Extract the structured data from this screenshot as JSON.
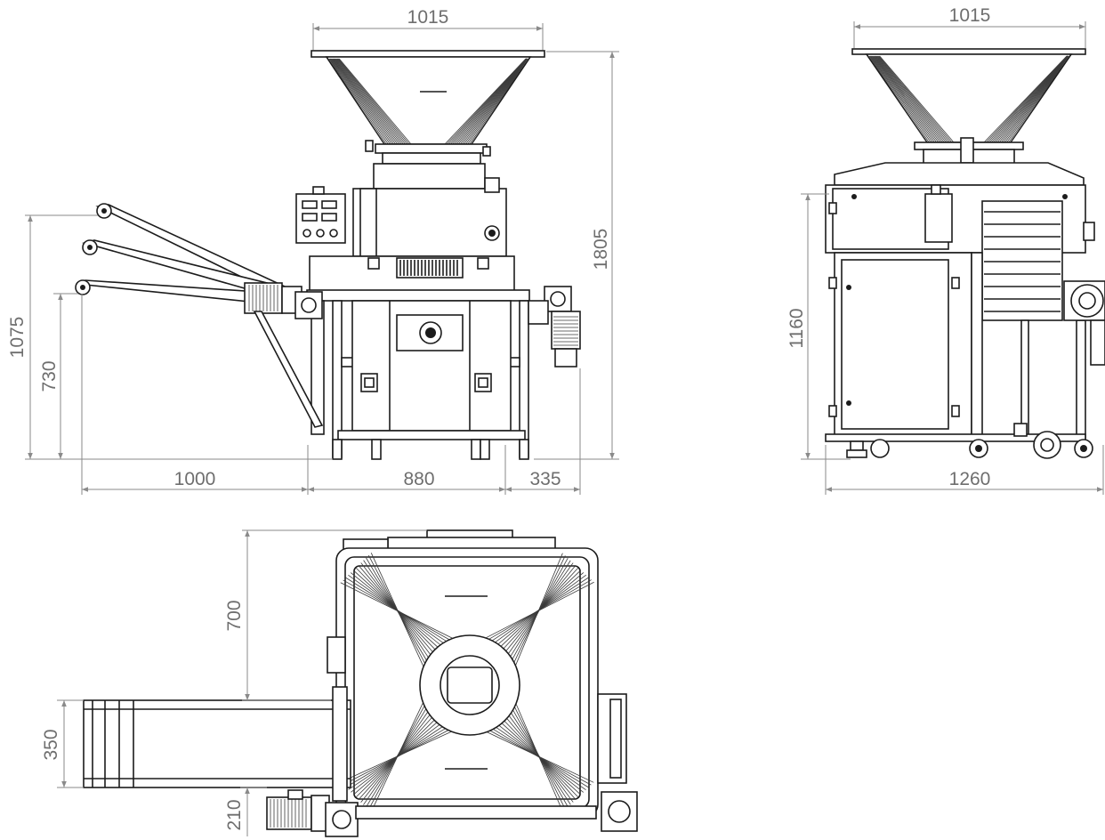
{
  "dimensions": {
    "front_hopper_width": "1015",
    "side_hopper_width": "1015",
    "front_total_height": "1805",
    "front_height_1075": "1075",
    "front_height_730": "730",
    "front_width_1000": "1000",
    "front_width_880": "880",
    "front_width_335": "335",
    "side_height_1160": "1160",
    "side_width_1260": "1260",
    "top_depth_700": "700",
    "top_belt_350": "350",
    "top_offset_210": "210"
  },
  "colors": {
    "line": "#1c1c1c",
    "dimension_line": "#8a8a8a",
    "dimension_text": "#6e6e6e",
    "background": "#ffffff"
  }
}
